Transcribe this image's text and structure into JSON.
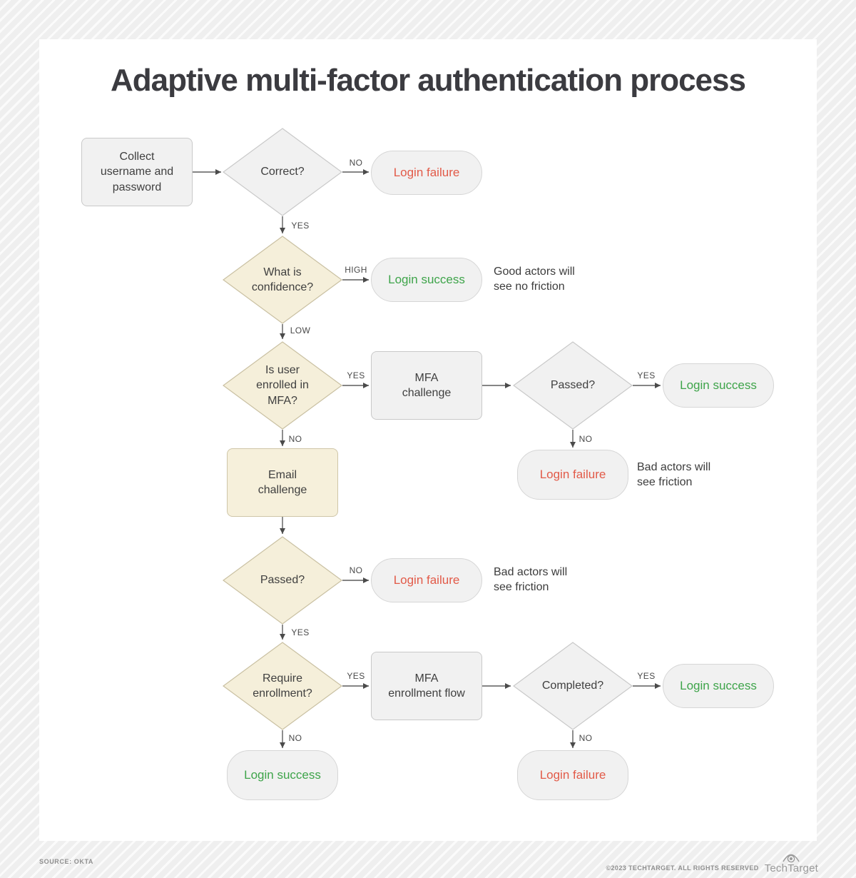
{
  "title": "Adaptive multi-factor authentication process",
  "colors": {
    "success_text": "#3ea44a",
    "failure_text": "#e25a48",
    "cream_fill": "#f5efda",
    "cream_border": "#c9c0a2",
    "gray_fill": "#f1f1f1",
    "gray_border": "#c9c9c9",
    "arrow": "#5d5d5d",
    "title_text": "#3b3b40"
  },
  "nodes": {
    "collect": "Collect\nusername and\npassword",
    "correct": "Correct?",
    "login_failure_1": "Login failure",
    "confidence": "What is\nconfidence?",
    "login_success_1": "Login success",
    "enrolled": "Is user\nenrolled in\nMFA?",
    "mfa_challenge": "MFA\nchallenge",
    "passed_1": "Passed?",
    "login_success_2": "Login success",
    "email_challenge": "Email\nchallenge",
    "login_failure_2": "Login failure",
    "passed_2": "Passed?",
    "login_failure_3": "Login failure",
    "require_enrollment": "Require\nenrollment?",
    "mfa_enrollment": "MFA\nenrollment flow",
    "completed": "Completed?",
    "login_success_3": "Login success",
    "login_success_4": "Login success",
    "login_failure_4": "Login failure"
  },
  "edge_labels": {
    "correct_no": "NO",
    "correct_yes": "YES",
    "confidence_high": "HIGH",
    "confidence_low": "LOW",
    "enrolled_yes": "YES",
    "passed1_yes": "YES",
    "enrolled_no": "NO",
    "passed1_no": "NO",
    "passed2_no": "NO",
    "passed2_yes": "YES",
    "require_yes": "YES",
    "completed_yes": "YES",
    "require_no": "NO",
    "completed_no": "NO"
  },
  "notes": {
    "good_actors": "Good actors will\nsee no friction",
    "bad_actors_1": "Bad actors will\nsee friction",
    "bad_actors_2": "Bad actors will\nsee friction"
  },
  "footer": {
    "source": "SOURCE: OKTA",
    "copyright": "©2023 TECHTARGET. ALL RIGHTS RESERVED",
    "brand": "TechTarget"
  }
}
